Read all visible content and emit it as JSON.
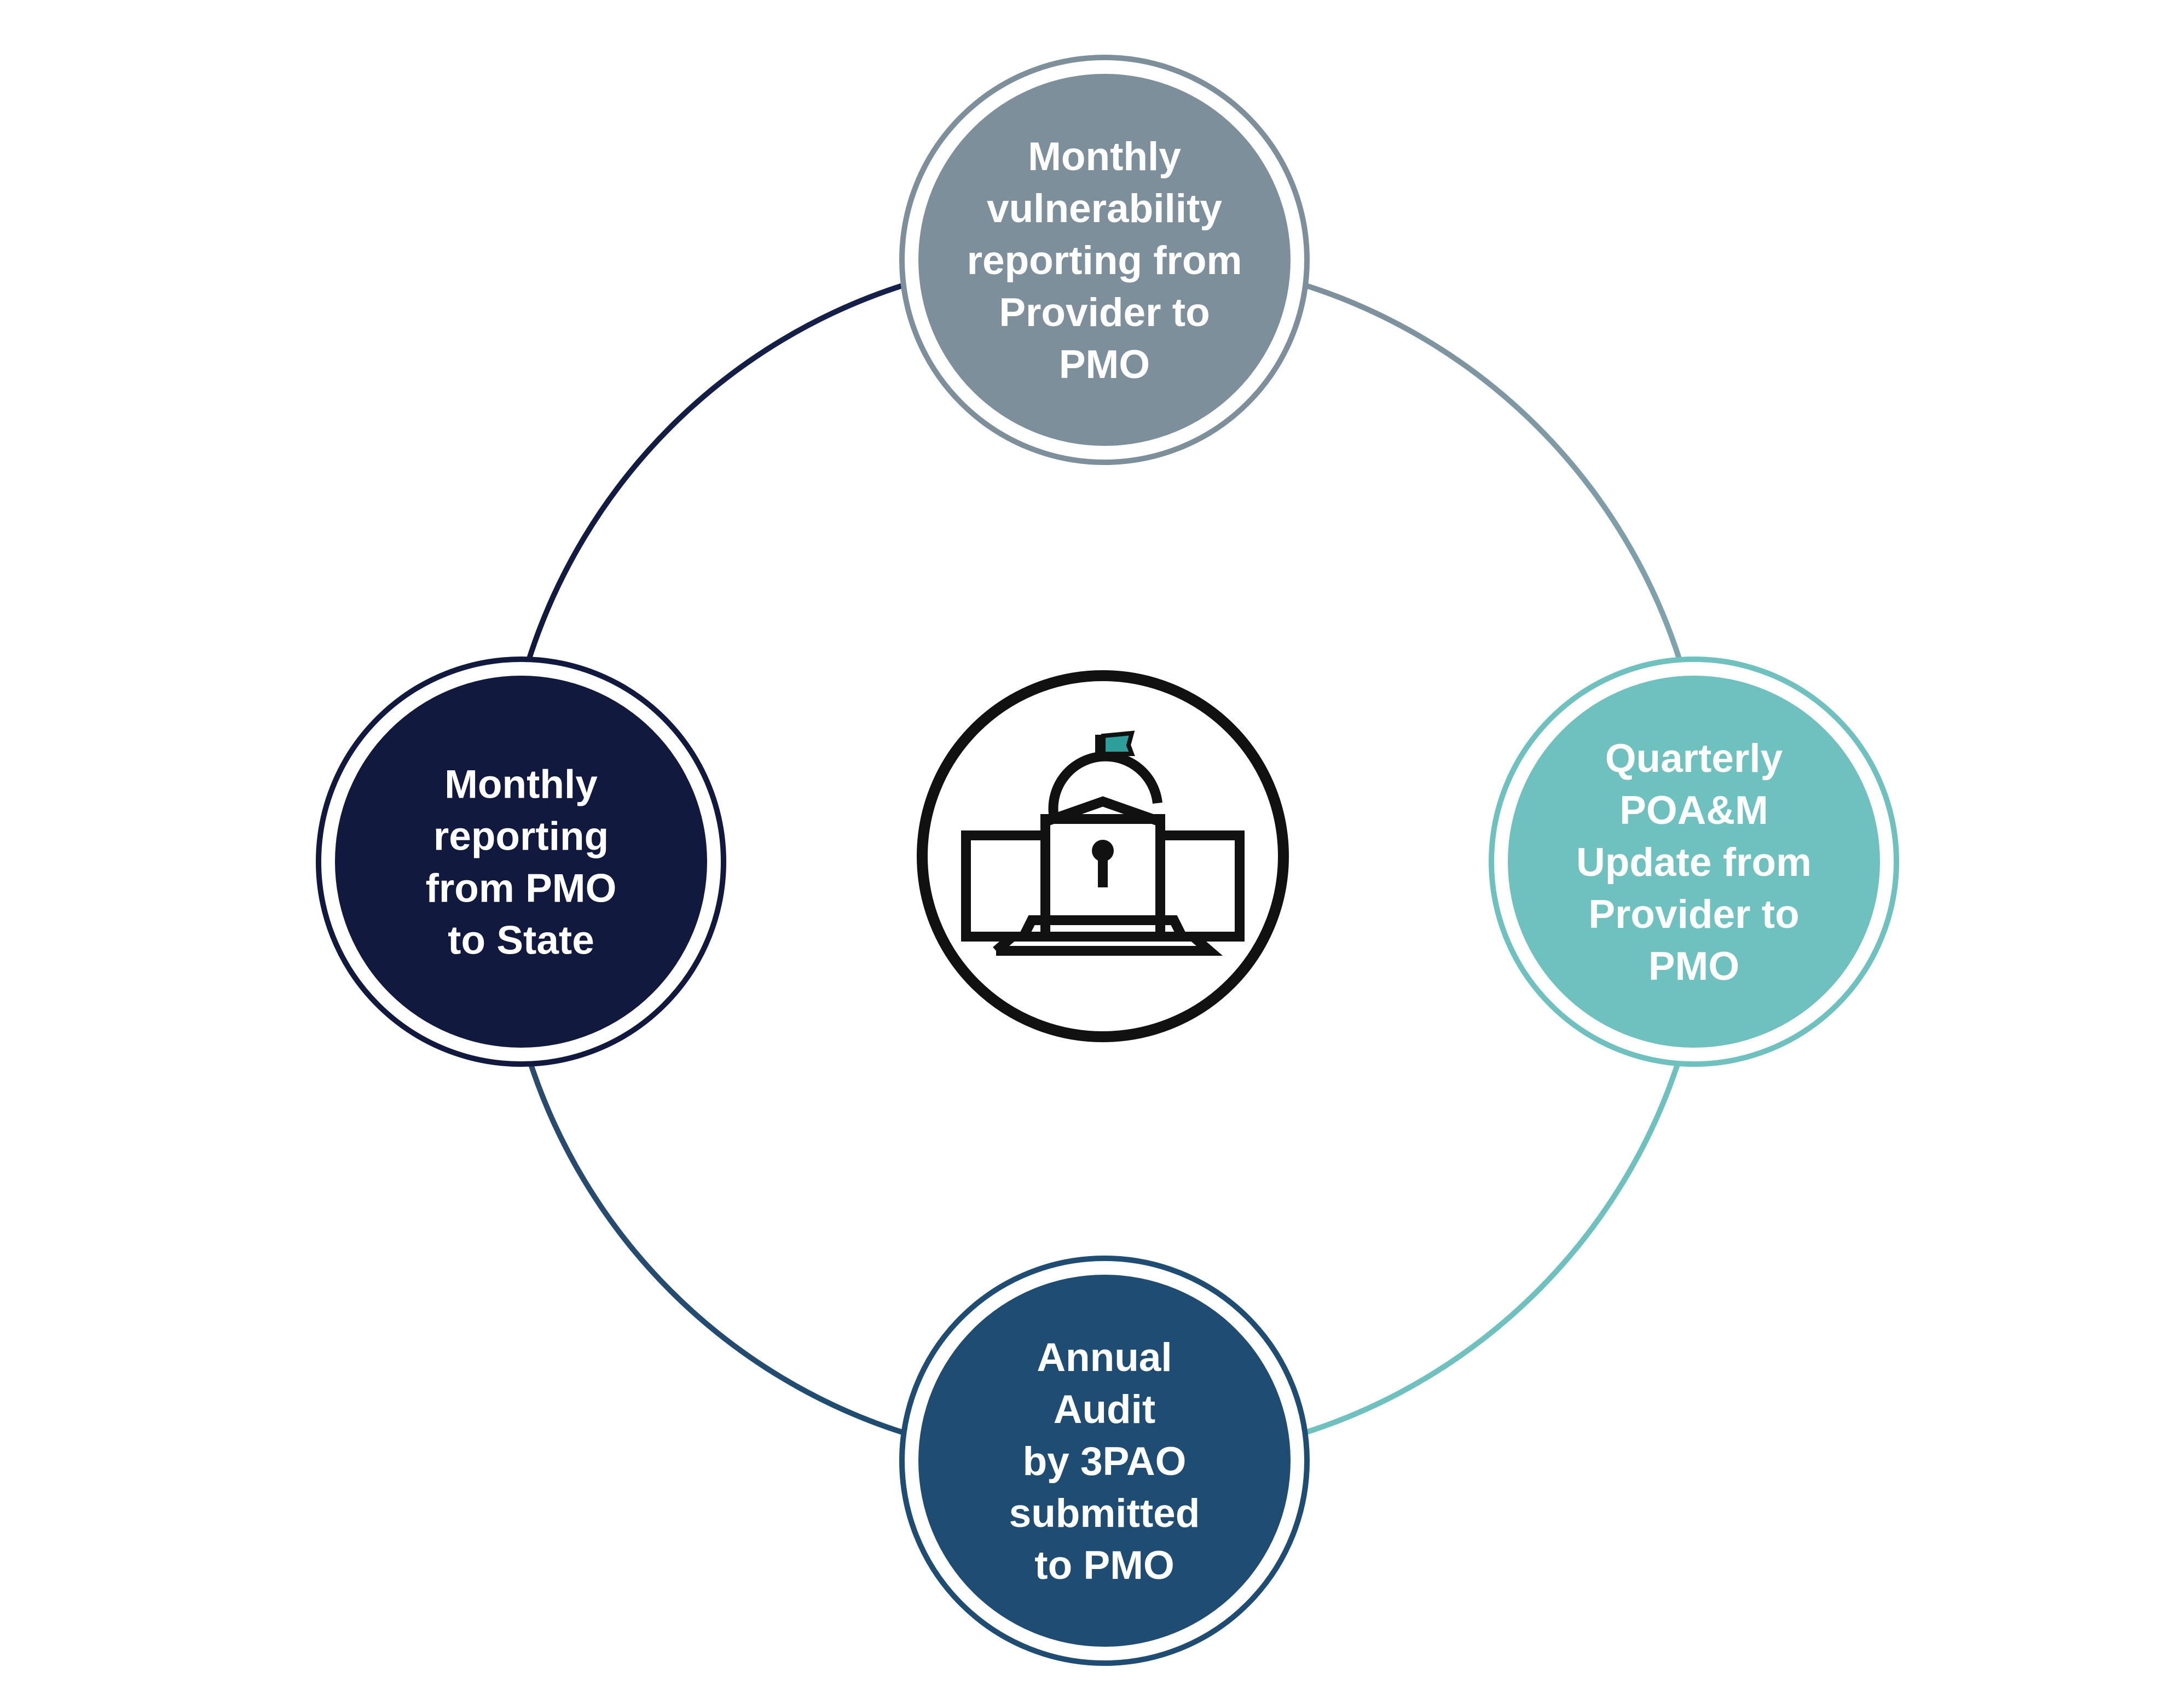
{
  "diagram": {
    "type": "cycle",
    "center": {
      "icon": "secure-government-building-icon"
    },
    "nodes": [
      {
        "id": "top",
        "lines": [
          "Monthly",
          "vulnerability",
          "reporting from",
          "Provider to",
          "PMO"
        ],
        "color": "#7d8f9b"
      },
      {
        "id": "right",
        "lines": [
          "Quarterly",
          "POA&M",
          "Update from",
          "Provider to",
          "PMO"
        ],
        "color": "#6fc1bf"
      },
      {
        "id": "bottom",
        "lines": [
          "Annual",
          "Audit",
          "by 3PAO",
          "submitted",
          "to PMO"
        ],
        "color": "#1f4c73"
      },
      {
        "id": "left",
        "lines": [
          "Monthly",
          "reporting",
          "from PMO",
          "to State"
        ],
        "color": "#111a3e"
      }
    ],
    "colors": {
      "icon_stroke": "#111111",
      "flag": "#2e9e98",
      "background": "#ffffff"
    }
  }
}
